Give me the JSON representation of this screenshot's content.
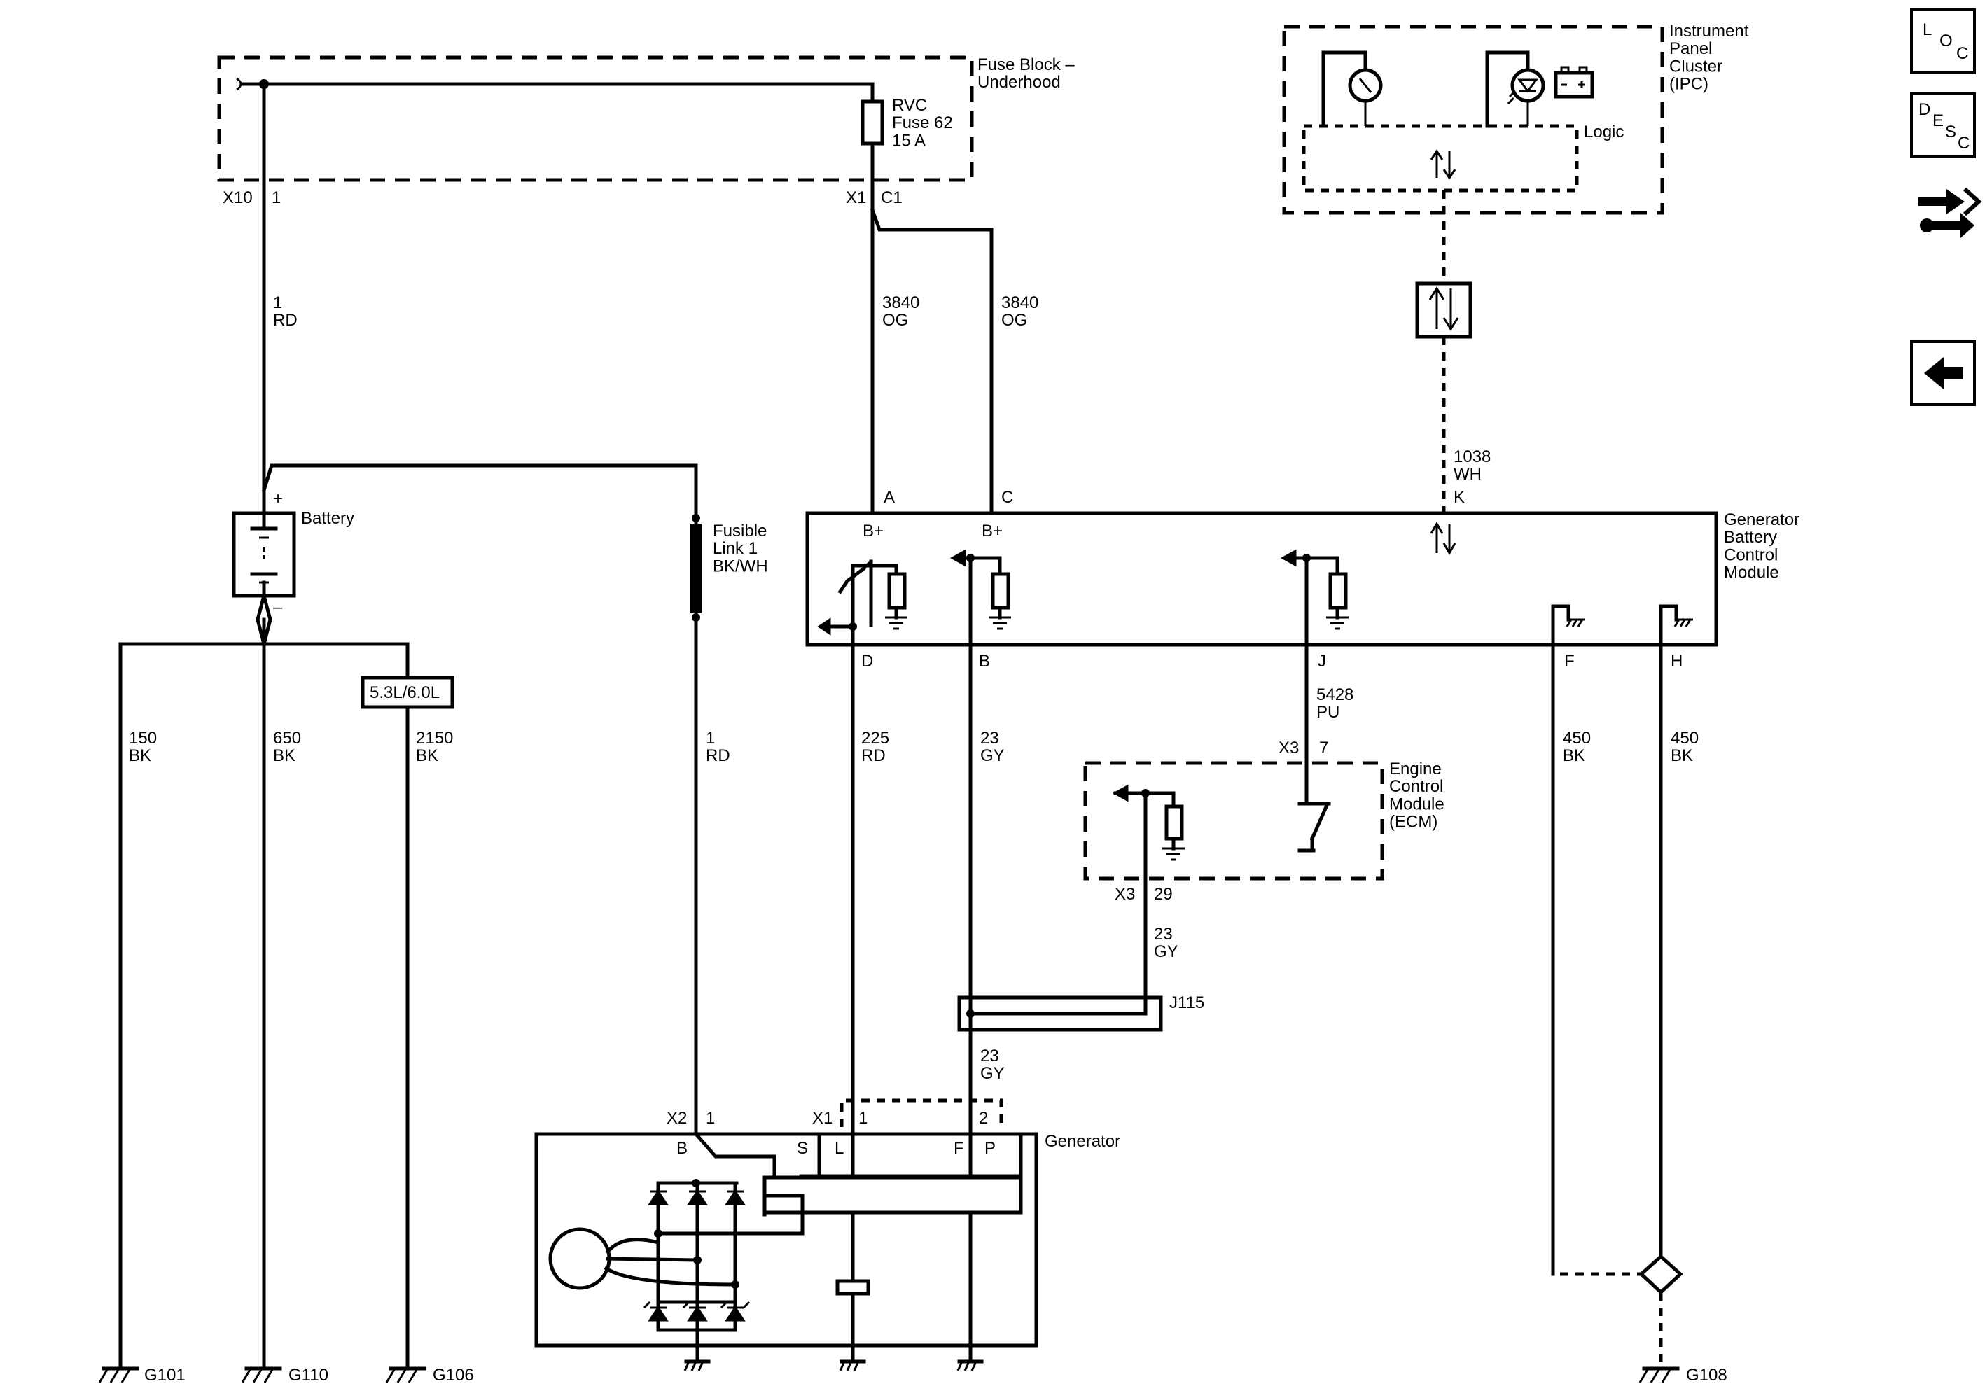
{
  "components": {
    "fuse_block": "Fuse Block –\nUnderhood",
    "fuse": "RVC\nFuse 62\n15 A",
    "ipc": "Instrument\nPanel\nCluster\n(IPC)",
    "ipc_logic": "Logic",
    "battery": "Battery",
    "fusible_link": "Fusible\nLink 1\nBK/WH",
    "gbcm": "Generator\nBattery\nControl\nModule",
    "ecm": "Engine\nControl\nModule\n(ECM)",
    "generator": "Generator",
    "splice": "J115",
    "engine_option": "5.3L/6.0L"
  },
  "wires": {
    "w1rd_top": "1\nRD",
    "w3840_a": "3840\nOG",
    "w3840_c": "3840\nOG",
    "w1038": "1038\nWH",
    "w150": "150\nBK",
    "w650": "650\nBK",
    "w2150": "2150\nBK",
    "w1rd_bottom": "1\nRD",
    "w225": "225\nRD",
    "w23_b": "23\nGY",
    "w5428": "5428\nPU",
    "w450_f": "450\nBK",
    "w450_h": "450\nBK",
    "w23_ecm": "23\nGY",
    "w23_gen": "23\nGY"
  },
  "connectors": {
    "x10": "X10",
    "x10_pin": "1",
    "x1": "X1",
    "x1_pin": "C1",
    "pin_a": "A",
    "pin_c": "C",
    "pin_k": "K",
    "bplus_a": "B+",
    "bplus_c": "B+",
    "pin_d": "D",
    "pin_b": "B",
    "pin_j": "J",
    "pin_f": "F",
    "pin_h": "H",
    "x3_top": "X3",
    "pin_7": "7",
    "x3_bottom": "X3",
    "pin_29": "29",
    "x2": "X2",
    "x2_pin": "1",
    "gen_x1": "X1",
    "gen_pin1": "1",
    "gen_pin2": "2",
    "gen_b": "B",
    "gen_s": "S",
    "gen_l": "L",
    "gen_f": "F",
    "gen_p": "P",
    "batt_plus": "+",
    "batt_minus": "–"
  },
  "grounds": {
    "g101": "G101",
    "g110": "G110",
    "g106": "G106",
    "g108": "G108"
  },
  "side_buttons": {
    "loc": [
      "L",
      "O",
      "C"
    ],
    "desc": [
      "D",
      "E",
      "S",
      "C"
    ]
  }
}
